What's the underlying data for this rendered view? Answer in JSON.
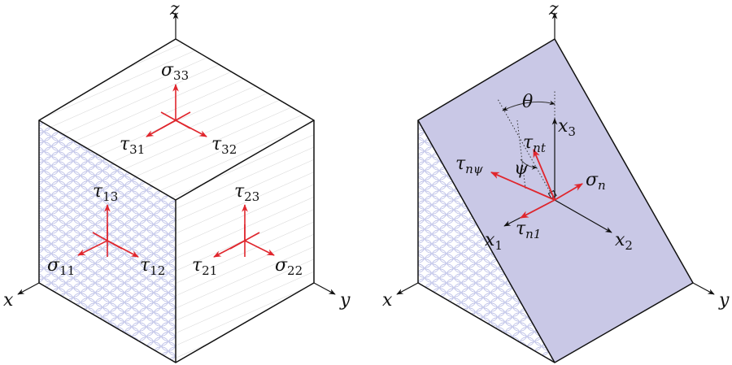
{
  "figure": {
    "left_cube": {
      "axes": {
        "z": "z",
        "x": "x",
        "y": "y"
      },
      "stress_components": [
        {
          "base": "σ",
          "sub": "33"
        },
        {
          "base": "τ",
          "sub": "31"
        },
        {
          "base": "τ",
          "sub": "32"
        },
        {
          "base": "τ",
          "sub": "13"
        },
        {
          "base": "σ",
          "sub": "11"
        },
        {
          "base": "τ",
          "sub": "12"
        },
        {
          "base": "τ",
          "sub": "23"
        },
        {
          "base": "τ",
          "sub": "21"
        },
        {
          "base": "σ",
          "sub": "22"
        }
      ]
    },
    "right_wedge": {
      "axes": {
        "z": "z",
        "x": "x",
        "y": "y"
      },
      "angle_labels": {
        "theta": "θ",
        "psi": "ψ"
      },
      "local_axes": [
        {
          "base": "x",
          "sub": "3"
        },
        {
          "base": "x",
          "sub": "1"
        },
        {
          "base": "x",
          "sub": "2"
        }
      ],
      "plane_stresses": [
        {
          "base": "τ",
          "sub": "nt"
        },
        {
          "base": "τ",
          "sub": "nψ"
        },
        {
          "base": "σ",
          "sub": "n"
        },
        {
          "base": "τ",
          "sub": "n1"
        }
      ]
    },
    "colors": {
      "arrow_red": "#e0262d",
      "plane_fill": "#c9c8e6",
      "hex_pattern": "#b9bde6",
      "line_pattern": "#cfcfcf",
      "outline": "#111111"
    }
  }
}
